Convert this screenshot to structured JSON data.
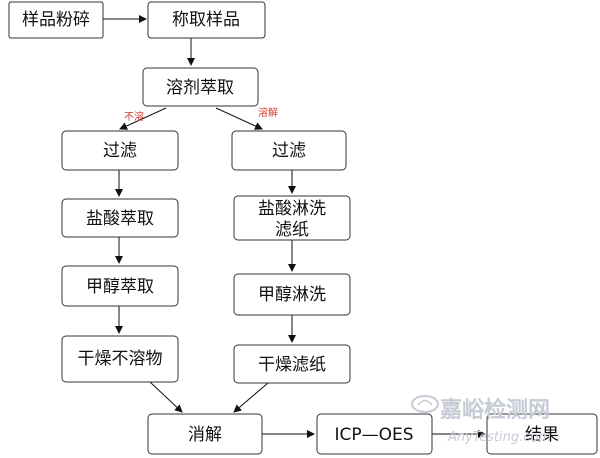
{
  "nodes": {
    "crush": "样品粉碎",
    "weigh": "称取样品",
    "solvent_extract": "溶剂萃取",
    "filter_left": "过滤",
    "filter_right": "过滤",
    "hcl_extract": "盐酸萃取",
    "hcl_rinse_line1": "盐酸淋洗",
    "hcl_rinse_line2": "滤纸",
    "methanol_extract": "甲醇萃取",
    "methanol_rinse": "甲醇淋洗",
    "dry_insoluble": "干燥不溶物",
    "dry_filter": "干燥滤纸",
    "digest": "消解",
    "icp": "ICP—OES",
    "result": "结果"
  },
  "branches": {
    "insoluble": "不溶",
    "dissolved": "溶解"
  },
  "watermark": {
    "brand": "嘉峪检测网",
    "url": "AnyTesting.com"
  },
  "colors": {
    "box_border": "#333333",
    "branch_label": "#d23a2a",
    "watermark": "#c7cbd6"
  }
}
